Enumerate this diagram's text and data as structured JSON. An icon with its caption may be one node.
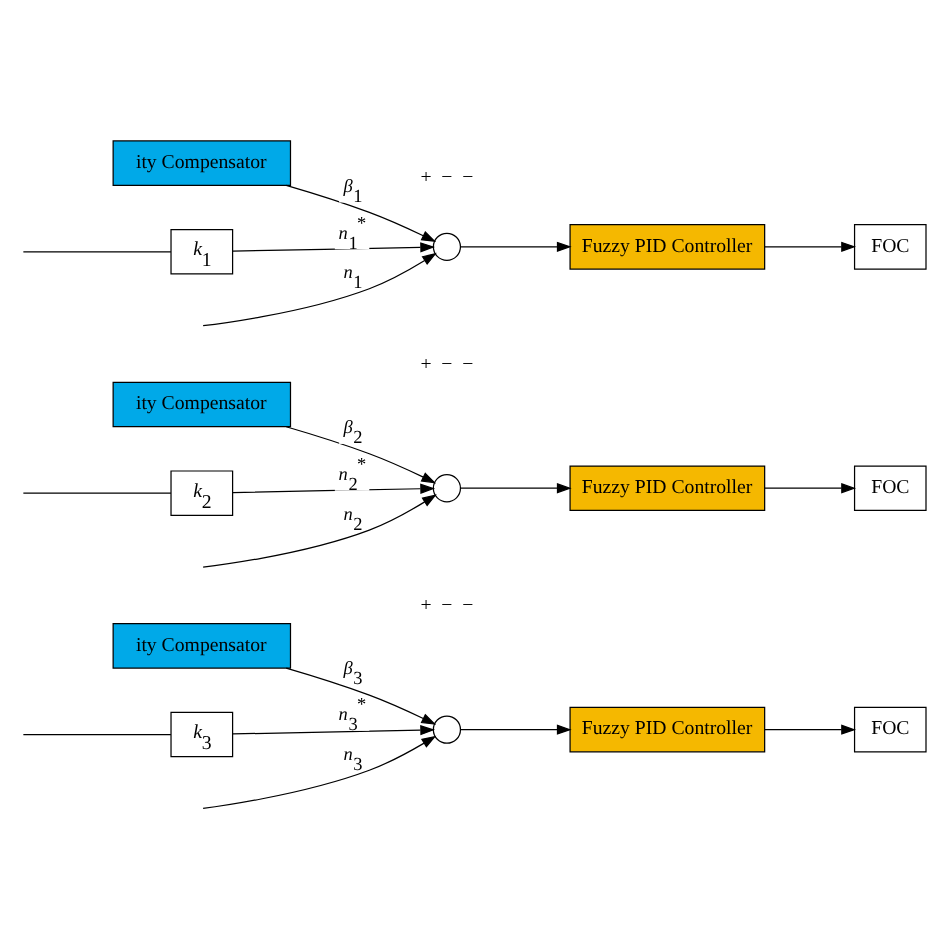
{
  "diagram": {
    "nodes": [
      {
        "text": [
          "*k*$_{1}$"
        ]
      },
      {
        "text": [],
        "shape": "circle",
        "beside": [
          "+",
          "−",
          "−"
        ]
      },
      {
        "text": [
          "Fuzzy PID Controller"
        ]
      },
      {
        "text": [
          "FOC"
        ]
      },
      {
        "text": [
          "ity Compensator"
        ]
      },
      {
        "text": [
          "*k*$_{2}$"
        ]
      },
      {
        "text": [],
        "shape": "circle",
        "beside": [
          "+",
          "−",
          "−"
        ]
      },
      {
        "text": [
          "Fuzzy PID Controller"
        ]
      },
      {
        "text": [
          "FOC"
        ]
      },
      {
        "text": [
          "ity Compensator"
        ]
      },
      {
        "text": [
          "*k*$_{3}$"
        ]
      },
      {
        "text": [],
        "shape": "circle",
        "beside": [
          "+",
          "−",
          "−"
        ]
      },
      {
        "text": [
          "Fuzzy PID Controller"
        ]
      },
      {
        "text": [
          "FOC"
        ]
      },
      {
        "text": [
          "ity Compensator"
        ]
      }
    ],
    "edges": [
      {
        "from": null,
        "to": 0,
        "arrow": "none"
      },
      {
        "from": 0,
        "to": 1,
        "arrow": "to",
        "label": "*n*$_{1}$$^{*}$"
      },
      {
        "from": null,
        "to": 1,
        "arrow": "to",
        "label": "*n*$_{1}$"
      },
      {
        "from": 4,
        "to": 1,
        "arrow": "to",
        "label": "*β*$_{1}$"
      },
      {
        "from": 1,
        "to": 2,
        "arrow": "to"
      },
      {
        "from": 2,
        "to": 3,
        "arrow": "to"
      },
      {
        "from": null,
        "to": 5,
        "arrow": "none"
      },
      {
        "from": 5,
        "to": 6,
        "arrow": "to",
        "label": "*n*$_{2}$$^{*}$"
      },
      {
        "from": null,
        "to": 6,
        "arrow": "to",
        "label": "*n*$_{2}$"
      },
      {
        "from": 9,
        "to": 6,
        "arrow": "to",
        "label": "*β*$_{2}$"
      },
      {
        "from": 6,
        "to": 7,
        "arrow": "to"
      },
      {
        "from": 7,
        "to": 8,
        "arrow": "to"
      },
      {
        "from": null,
        "to": 10,
        "arrow": "none"
      },
      {
        "from": 10,
        "to": 11,
        "arrow": "to",
        "label": "*n*$_{3}$$^{*}$"
      },
      {
        "from": null,
        "to": 11,
        "arrow": "to",
        "label": "*n*$_{3}$"
      },
      {
        "from": 14,
        "to": 11,
        "arrow": "to",
        "label": "*β*$_{3}$"
      },
      {
        "from": 11,
        "to": 12,
        "arrow": "to"
      },
      {
        "from": 12,
        "to": 13,
        "arrow": "to"
      }
    ]
  }
}
